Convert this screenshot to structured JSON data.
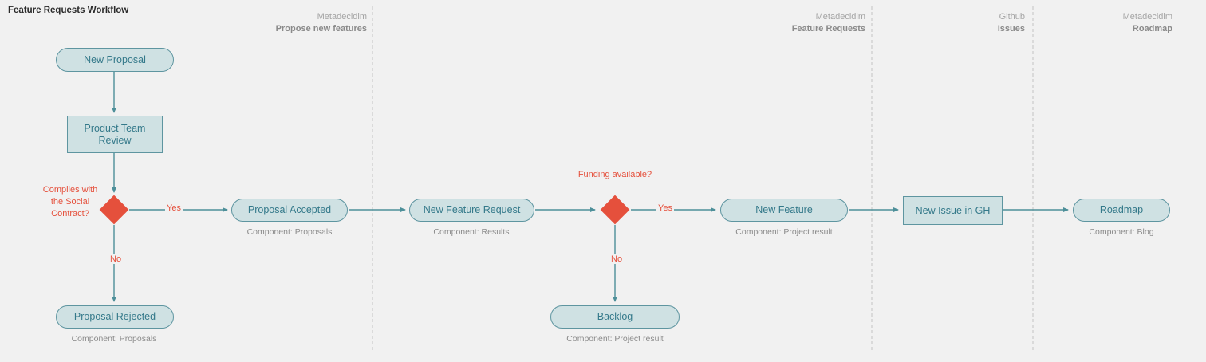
{
  "title": "Feature Requests Workflow",
  "lanes": [
    {
      "org": "Metadecidim",
      "name": "Propose new features"
    },
    {
      "org": "Metadecidim",
      "name": "Feature Requests"
    },
    {
      "org": "Github",
      "name": "Issues"
    },
    {
      "org": "Metadecidim",
      "name": "Roadmap"
    }
  ],
  "nodes": {
    "new_proposal": {
      "label": "New Proposal"
    },
    "product_team_review": {
      "label": "Product Team Review"
    },
    "complies_decision": {
      "label": "Complies with the Social Contract?"
    },
    "proposal_accepted": {
      "label": "Proposal Accepted",
      "component": "Component: Proposals"
    },
    "proposal_rejected": {
      "label": "Proposal Rejected",
      "component": "Component: Proposals"
    },
    "new_feature_request": {
      "label": "New Feature Request",
      "component": "Component: Results"
    },
    "funding_decision": {
      "label": "Funding available?"
    },
    "new_feature": {
      "label": "New Feature",
      "component": "Component: Project result"
    },
    "backlog": {
      "label": "Backlog",
      "component": "Component: Project result"
    },
    "new_issue_gh": {
      "label": "New Issue in GH"
    },
    "roadmap": {
      "label": "Roadmap",
      "component": "Component: Blog"
    }
  },
  "edges": {
    "complies_yes": "Yes",
    "complies_no": "No",
    "funding_yes": "Yes",
    "funding_no": "No"
  },
  "colors": {
    "background": "#f1f1f1",
    "node_fill": "#cfe1e3",
    "node_border": "#5e95a0",
    "node_text": "#34798a",
    "decision_red": "#e5503c",
    "muted_gray": "#8b8b8b",
    "divider_gray": "#c2c2c2"
  }
}
